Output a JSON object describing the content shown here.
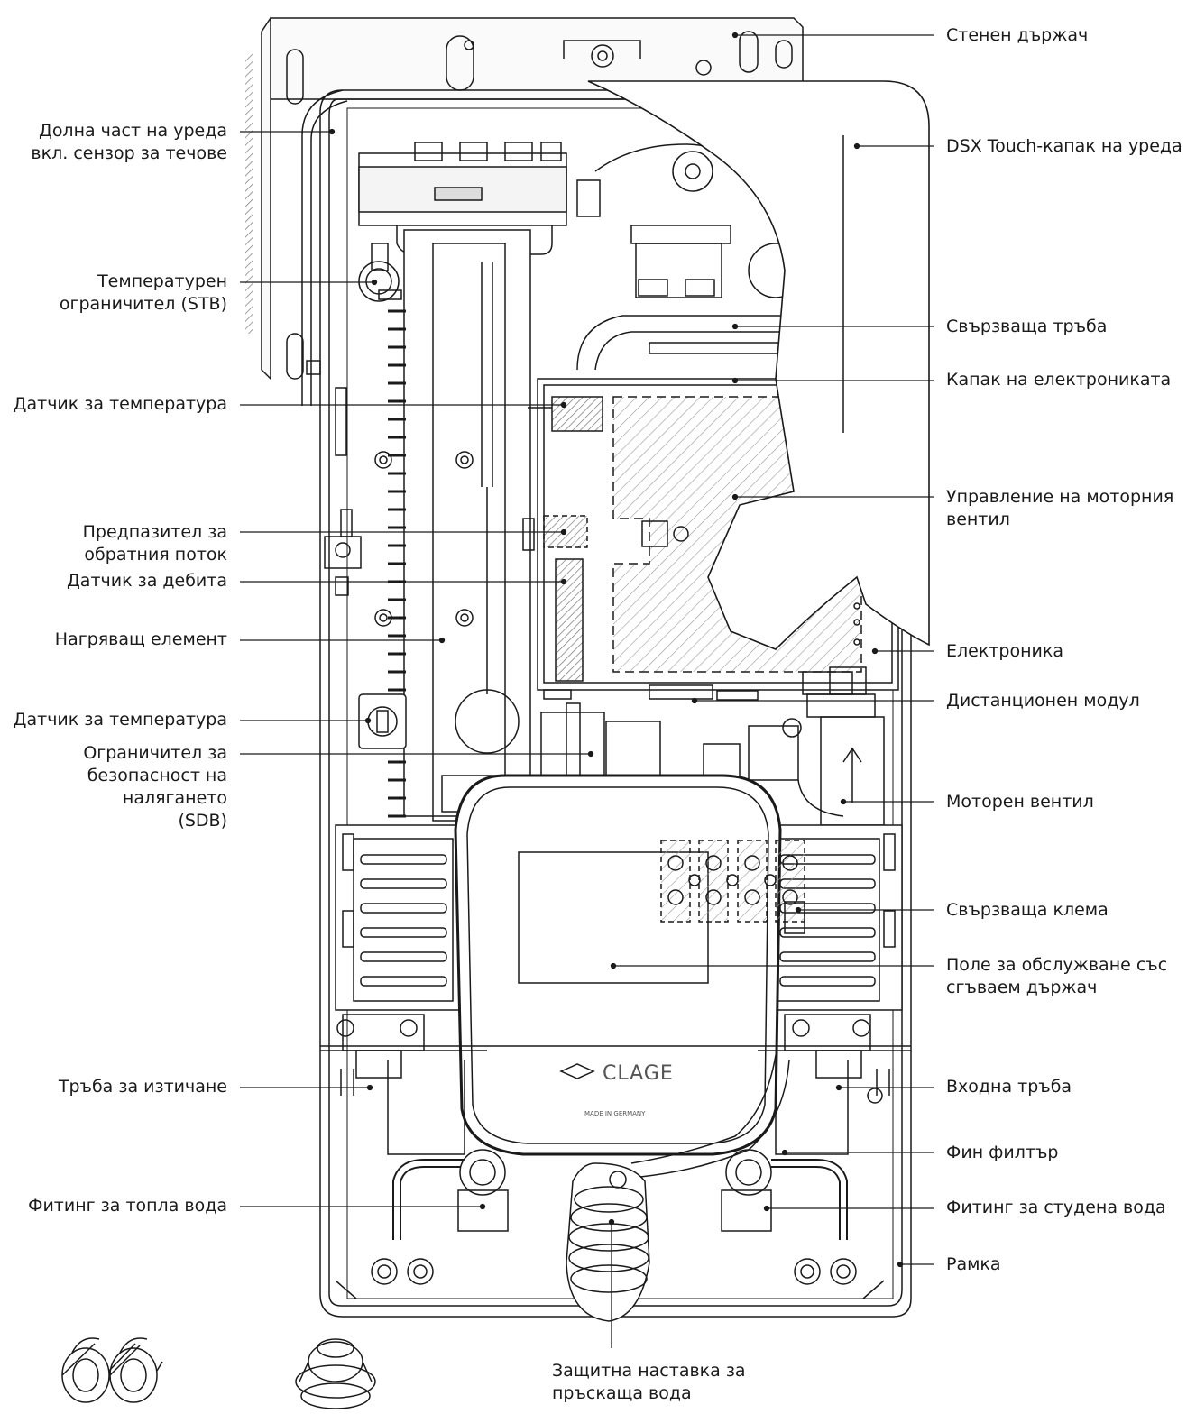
{
  "labels_left": [
    {
      "id": "bottom-part",
      "text": "Долна част на уреда\nвкл. сензор за течове"
    },
    {
      "id": "temp-limiter",
      "text": "Температурен\nограничител (STB)"
    },
    {
      "id": "temp-sensor-1",
      "text": "Датчик за температура"
    },
    {
      "id": "backflow-preventer",
      "text": "Предпазител за\nобратния поток"
    },
    {
      "id": "flow-sensor",
      "text": "Датчик за дебита"
    },
    {
      "id": "heating-element",
      "text": "Нагряващ елемент"
    },
    {
      "id": "temp-sensor-2",
      "text": "Датчик за температура"
    },
    {
      "id": "pressure-limiter",
      "text": "Ограничител за\nбезопасност на\nналягането\n(SDB)"
    },
    {
      "id": "outlet-pipe",
      "text": "Тръба за изтичане"
    },
    {
      "id": "hot-water-fitting",
      "text": "Фитинг за топла вода"
    }
  ],
  "labels_right": [
    {
      "id": "wall-bracket",
      "text": "Стенен държач"
    },
    {
      "id": "dsx-cover",
      "text": "DSX Touch-капак на уреда"
    },
    {
      "id": "connecting-pipe",
      "text": "Свързваща тръба"
    },
    {
      "id": "electronics-cover",
      "text": "Капак на електрониката"
    },
    {
      "id": "motor-valve-control",
      "text": "Управление на моторния\nвентил"
    },
    {
      "id": "electronics",
      "text": "Електроника"
    },
    {
      "id": "remote-module",
      "text": "Дистанционен модул"
    },
    {
      "id": "motor-valve",
      "text": "Моторен вентил"
    },
    {
      "id": "terminal-block",
      "text": "Свързваща клема"
    },
    {
      "id": "control-panel",
      "text": "Поле за обслужване със\nсгъваем държач"
    },
    {
      "id": "inlet-pipe",
      "text": "Входна тръба"
    },
    {
      "id": "fine-filter",
      "text": "Фин филтър"
    },
    {
      "id": "cold-water-fitting",
      "text": "Фитинг за студена вода"
    },
    {
      "id": "frame",
      "text": "Рамка"
    }
  ],
  "labels_bottom": [
    {
      "id": "splash-guard",
      "text": "Защитна наставка за\nпръскаща вода"
    }
  ],
  "brand": {
    "logo": "CLAGE",
    "made_in": "MADE IN GERMANY"
  },
  "colors": {
    "line": "#1a1a1a",
    "hatch": "#9a9a9a",
    "fill_light": "#f4f4f4"
  }
}
